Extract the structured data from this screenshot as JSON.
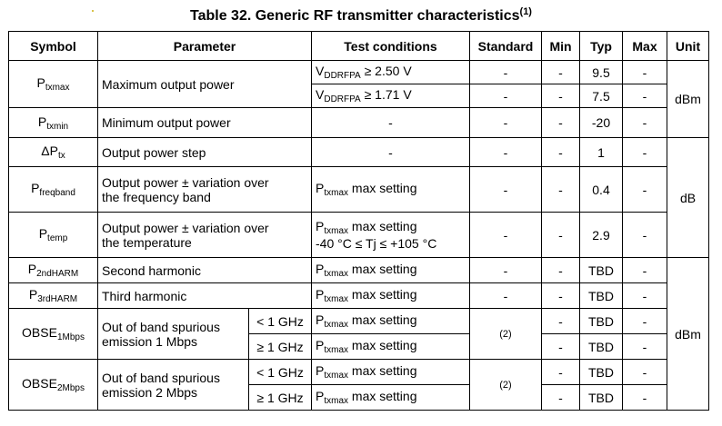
{
  "title": {
    "text": "Table 32. Generic RF transmitter characteristics",
    "note": "(1)"
  },
  "headers": [
    "Symbol",
    "Parameter",
    "Test conditions",
    "Standard",
    "Min",
    "Typ",
    "Max",
    "Unit"
  ],
  "dash": "-",
  "rows": {
    "ptxmax": {
      "sym": "P",
      "sub": "txmax",
      "param": "Maximum output power",
      "cond1": {
        "v": "V",
        "vsub": "DDRFPA",
        "rest": " ≥ 2.50 V"
      },
      "cond2": {
        "v": "V",
        "vsub": "DDRFPA",
        "rest": " ≥ 1.71 V"
      },
      "typ1": "9.5",
      "typ2": "7.5",
      "unit": "dBm"
    },
    "ptxmin": {
      "sym": "P",
      "sub": "txmin",
      "param": "Minimum output power",
      "cond": "-",
      "typ": "-20"
    },
    "dptx": {
      "sym": "ΔP",
      "sub": "tx",
      "param": "Output power step",
      "cond": "-",
      "typ": "1",
      "unit": "dB"
    },
    "pfreq": {
      "sym": "P",
      "sub": "freqband",
      "param1": "Output power ± variation over",
      "param2": "the frequency band",
      "cond_p": "P",
      "cond_sub": "txmax",
      "cond_rest": " max setting",
      "typ": "0.4"
    },
    "ptemp": {
      "sym": "P",
      "sub": "temp",
      "param1": "Output power ± variation over",
      "param2": "the temperature",
      "cond_p": "P",
      "cond_sub": "txmax",
      "cond_rest": " max setting",
      "cond2": "-40 °C ≤ Tj ≤ +105 °C",
      "typ": "2.9"
    },
    "p2h": {
      "sym": "P",
      "sub": "2ndHARM",
      "param": "Second harmonic",
      "cond_p": "P",
      "cond_sub": "txmax",
      "cond_rest": " max setting",
      "typ": "TBD",
      "unit": "dBm"
    },
    "p3h": {
      "sym": "P",
      "sub": "3rdHARM",
      "param": "Third harmonic",
      "cond_p": "P",
      "cond_sub": "txmax",
      "cond_rest": " max setting",
      "typ": "TBD"
    },
    "obse1": {
      "sym": "OBSE",
      "sub": "1Mbps",
      "param1": "Out of band spurious",
      "param2": "emission 1 Mbps",
      "f1": "< 1 GHz",
      "f2": "≥ 1 GHz",
      "cond_p": "P",
      "cond_sub": "txmax",
      "cond_rest": " max setting",
      "std": "(2)",
      "typ": "TBD"
    },
    "obse2": {
      "sym": "OBSE",
      "sub": "2Mbps",
      "param1": "Out of band spurious",
      "param2": "emission 2 Mbps",
      "f1": "< 1 GHz",
      "f2": "≥ 1 GHz",
      "cond_p": "P",
      "cond_sub": "txmax",
      "cond_rest": " max setting",
      "std": "(2)",
      "typ": "TBD"
    }
  }
}
